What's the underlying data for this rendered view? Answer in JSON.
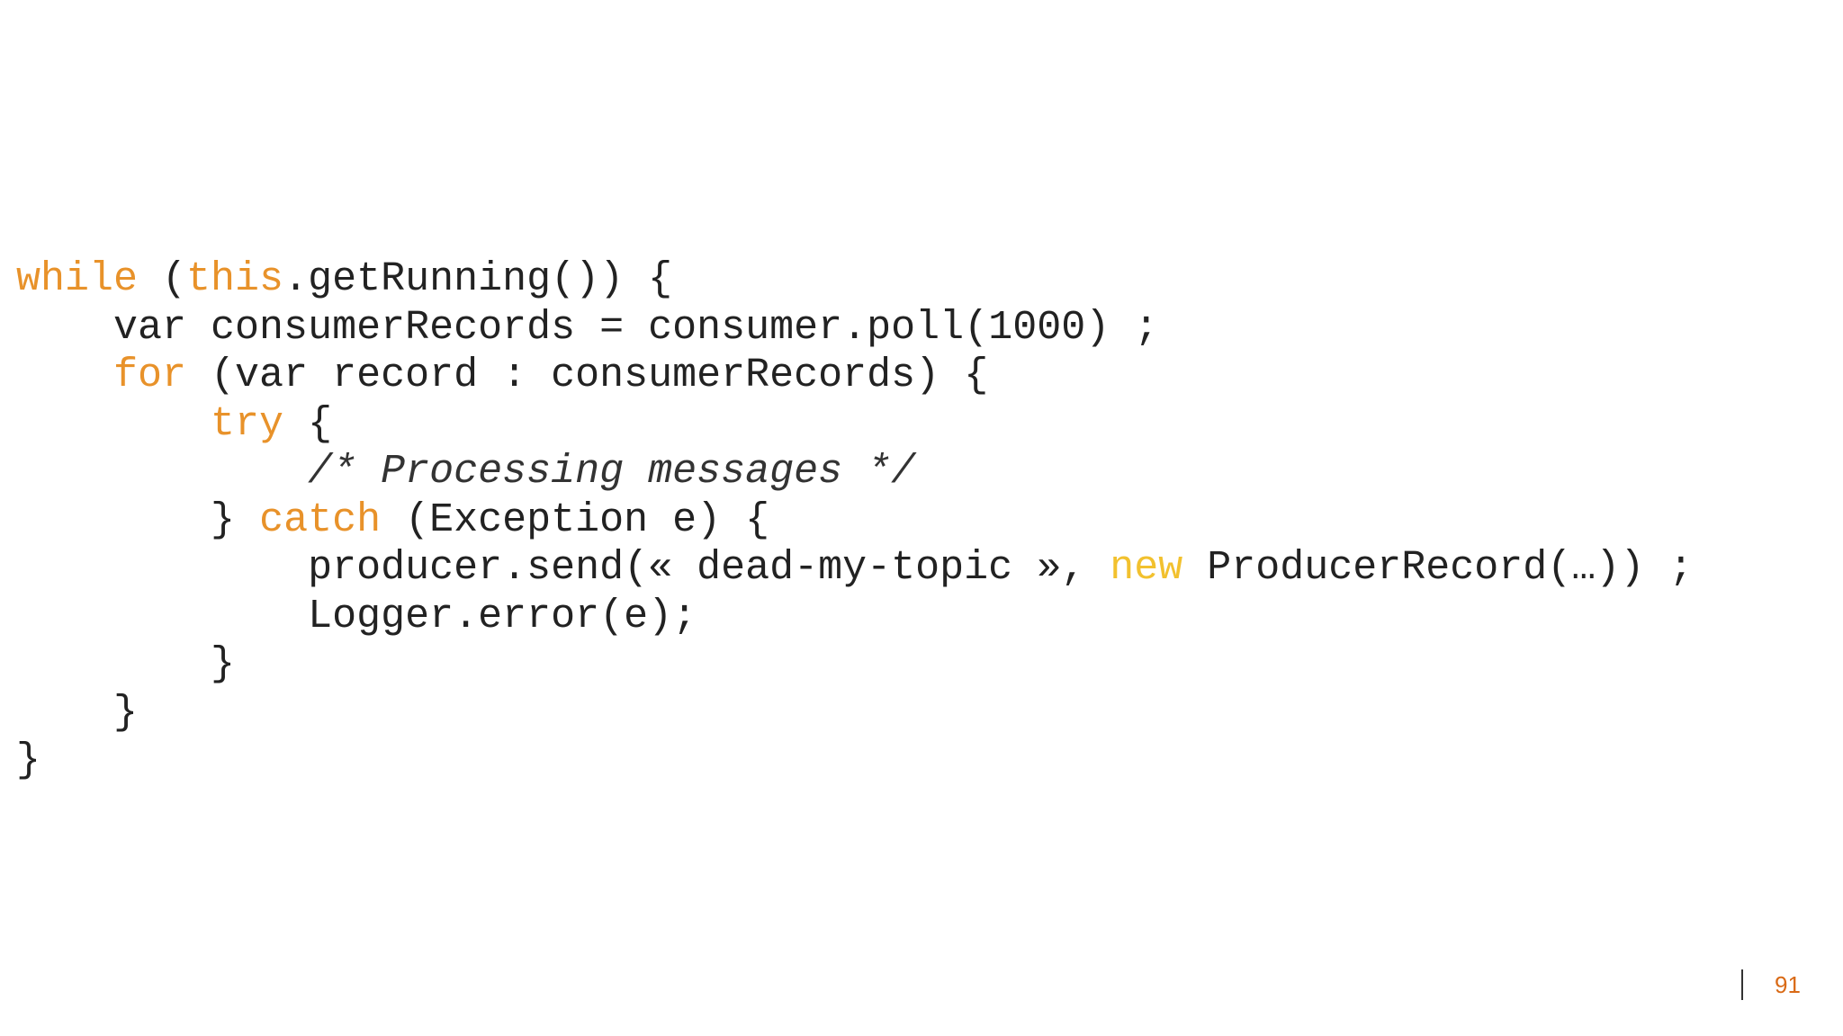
{
  "colors": {
    "background": "#ffffff",
    "code_text": "#222222",
    "keyword": "#E8922A",
    "keyword_new": "#F2C12E",
    "page_number": "#D96A16"
  },
  "code": {
    "lines": [
      {
        "indent": 0,
        "tokens": [
          {
            "t": "while",
            "k": "keyword"
          },
          {
            "t": " (",
            "k": "text"
          },
          {
            "t": "this",
            "k": "keyword"
          },
          {
            "t": ".getRunning()) {",
            "k": "text"
          }
        ]
      },
      {
        "indent": 4,
        "tokens": [
          {
            "t": "var consumerRecords = consumer.poll(1000) ;",
            "k": "text"
          }
        ]
      },
      {
        "indent": 4,
        "tokens": [
          {
            "t": "for",
            "k": "keyword"
          },
          {
            "t": " (var record : consumerRecords) {",
            "k": "text"
          }
        ]
      },
      {
        "indent": 8,
        "tokens": [
          {
            "t": "try",
            "k": "keyword"
          },
          {
            "t": " {",
            "k": "text"
          }
        ]
      },
      {
        "indent": 12,
        "tokens": [
          {
            "t": "/* Processing messages */",
            "k": "comment"
          }
        ]
      },
      {
        "indent": 8,
        "tokens": [
          {
            "t": "} ",
            "k": "text"
          },
          {
            "t": "catch",
            "k": "keyword"
          },
          {
            "t": " (Exception e) {",
            "k": "text"
          }
        ]
      },
      {
        "indent": 12,
        "tokens": [
          {
            "t": "producer.send(« dead-my-topic », ",
            "k": "text"
          },
          {
            "t": "new",
            "k": "keyword-new"
          },
          {
            "t": " ProducerRecord(…)) ;",
            "k": "text"
          }
        ]
      },
      {
        "indent": 12,
        "tokens": [
          {
            "t": "Logger.error(e);",
            "k": "text"
          }
        ]
      },
      {
        "indent": 8,
        "tokens": [
          {
            "t": "}",
            "k": "text"
          }
        ]
      },
      {
        "indent": 4,
        "tokens": [
          {
            "t": "}",
            "k": "text"
          }
        ]
      },
      {
        "indent": 0,
        "tokens": [
          {
            "t": "}",
            "k": "text"
          }
        ]
      }
    ]
  },
  "footer": {
    "page_number": "91"
  }
}
